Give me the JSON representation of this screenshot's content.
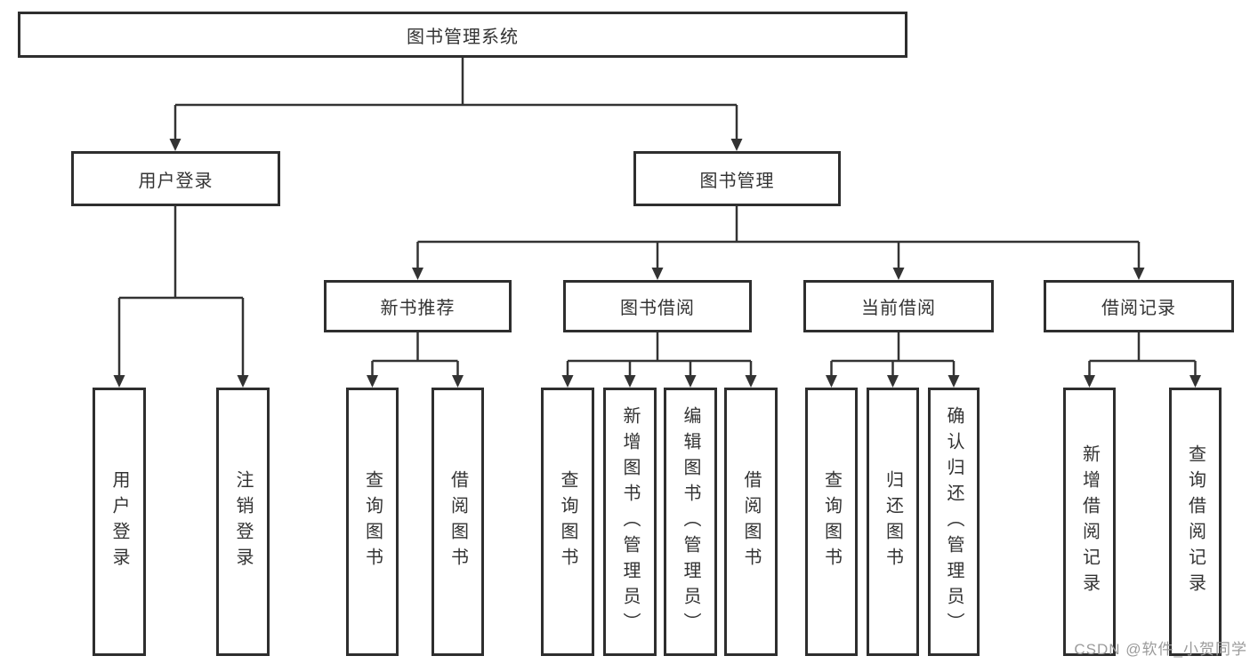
{
  "diagram": {
    "type": "tree-diagram",
    "tree": {
      "root": {
        "label": "图书管理系统",
        "children": [
          {
            "label": "用户登录",
            "children": [
              {
                "label": "用户登录"
              },
              {
                "label": "注销登录"
              }
            ]
          },
          {
            "label": "图书管理",
            "children": [
              {
                "label": "新书推荐",
                "children": [
                  {
                    "label": "查询图书"
                  },
                  {
                    "label": "借阅图书"
                  }
                ]
              },
              {
                "label": "图书借阅",
                "children": [
                  {
                    "label": "查询图书"
                  },
                  {
                    "label": "新增图书（管理员）"
                  },
                  {
                    "label": "编辑图书（管理员）"
                  },
                  {
                    "label": "借阅图书"
                  }
                ]
              },
              {
                "label": "当前借阅",
                "children": [
                  {
                    "label": "查询图书"
                  },
                  {
                    "label": "归还图书"
                  },
                  {
                    "label": "确认归还（管理员）"
                  }
                ]
              },
              {
                "label": "借阅记录",
                "children": [
                  {
                    "label": "新增借阅记录"
                  },
                  {
                    "label": "查询借阅记录"
                  }
                ]
              }
            ]
          }
        ]
      }
    }
  },
  "watermark": "CSDN @软件_小贺同学",
  "colors": {
    "line": "#333333",
    "box_border": "#2e2e2e",
    "text": "#333333",
    "watermark": "#9b9b9b",
    "background": "#ffffff"
  }
}
